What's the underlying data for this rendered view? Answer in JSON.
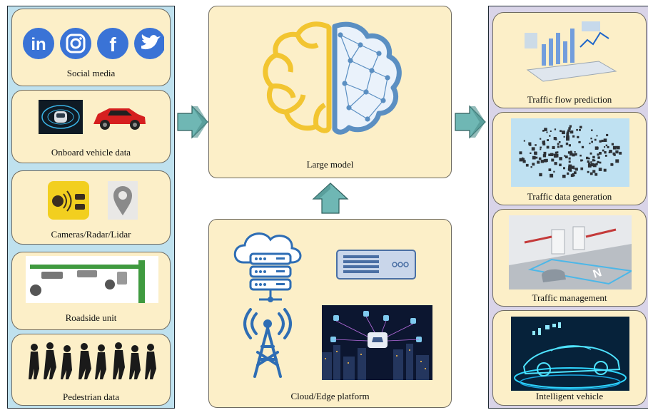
{
  "inputs": {
    "items": [
      {
        "label": "Social media"
      },
      {
        "label": "Onboard vehicle data"
      },
      {
        "label": "Cameras/Radar/Lidar"
      },
      {
        "label": "Roadside unit"
      },
      {
        "label": "Pedestrian data"
      }
    ]
  },
  "social_icons": {
    "linkedin": "in",
    "linkedin_color": "#2d78cf",
    "facebook": "f"
  },
  "center": {
    "model_label": "Large model",
    "platform_label": "Cloud/Edge platform"
  },
  "outputs": {
    "items": [
      {
        "label": "Traffic flow prediction"
      },
      {
        "label": "Traffic data generation"
      },
      {
        "label": "Traffic management"
      },
      {
        "label": "Intelligent vehicle"
      }
    ]
  },
  "colors": {
    "left_panel": "#bfe1ee",
    "right_panel": "#d9d4e8",
    "card": "#fcefc8",
    "arrow": "#6fb7b4",
    "brain_left": "#f2c531",
    "brain_right": "#5b8fc2"
  }
}
